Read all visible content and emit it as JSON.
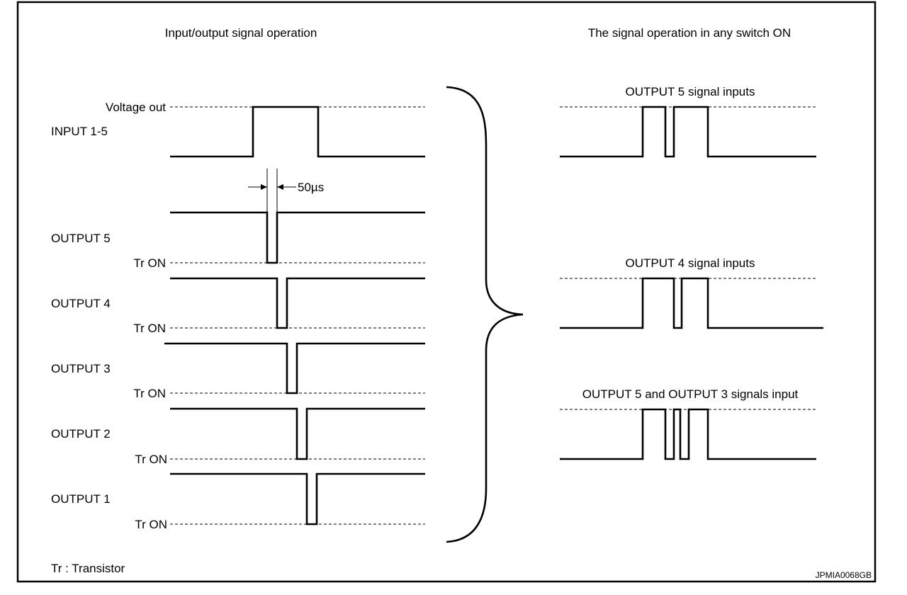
{
  "headings": {
    "left": "Input/output signal operation",
    "right": "The signal operation in any switch ON"
  },
  "labels": {
    "voltage_out": "Voltage out",
    "input": "INPUT 1-5",
    "pulse_width": "50µs",
    "outputs": [
      "OUTPUT 5",
      "OUTPUT 4",
      "OUTPUT 3",
      "OUTPUT 2",
      "OUTPUT 1"
    ],
    "tr_on": "Tr ON"
  },
  "right_labels": [
    "OUTPUT 5 signal inputs",
    "OUTPUT 4 signal inputs",
    "OUTPUT 5 and OUTPUT 3 signals input"
  ],
  "legend": "Tr : Transistor",
  "figure_code": "JPMIA0068GB"
}
